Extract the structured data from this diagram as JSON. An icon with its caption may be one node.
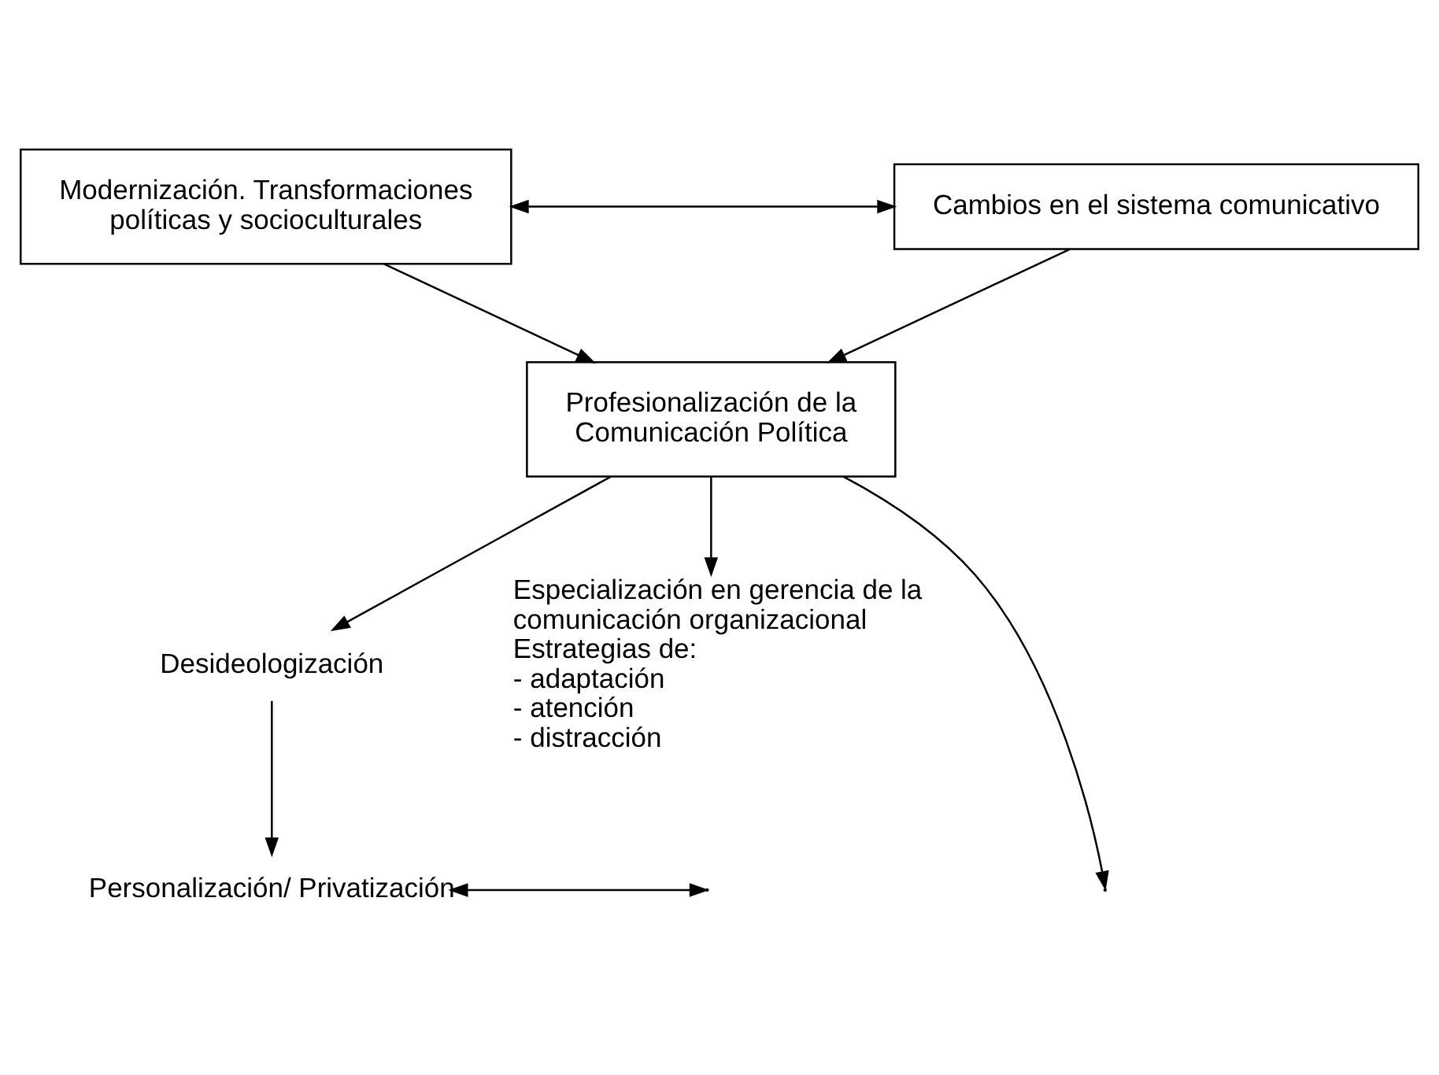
{
  "diagram": {
    "nodes": [
      {
        "text": [
          "Modernización. Transformaciones políticas y socioculturales"
        ]
      },
      {
        "text": [
          "Cambios en el sistema comunicativo"
        ]
      },
      {
        "text": [
          "Profesionalización de la Comunicación Política"
        ]
      },
      {
        "text": [
          "Desideologización"
        ]
      },
      {
        "text": [
          "Especialización en gerencia de la comunicación organizacional",
          "Estrategias de:",
          "- adaptación",
          "- atención",
          "- distracción"
        ]
      },
      {
        "text": [
          "Personalización/ Privatización"
        ]
      }
    ],
    "edges": [
      {
        "from": 0,
        "to": 1,
        "arrow": "both"
      },
      {
        "from": 0,
        "to": 2,
        "arrow": "to"
      },
      {
        "from": 1,
        "to": 2,
        "arrow": "to"
      },
      {
        "from": 2,
        "to": 3,
        "arrow": "to"
      },
      {
        "from": 2,
        "to": null,
        "arrow": "to"
      },
      {
        "from": 2,
        "to": 4,
        "arrow": "to"
      },
      {
        "from": 3,
        "to": 5,
        "arrow": "to"
      },
      {
        "from": 5,
        "to": null,
        "arrow": "both"
      }
    ]
  }
}
